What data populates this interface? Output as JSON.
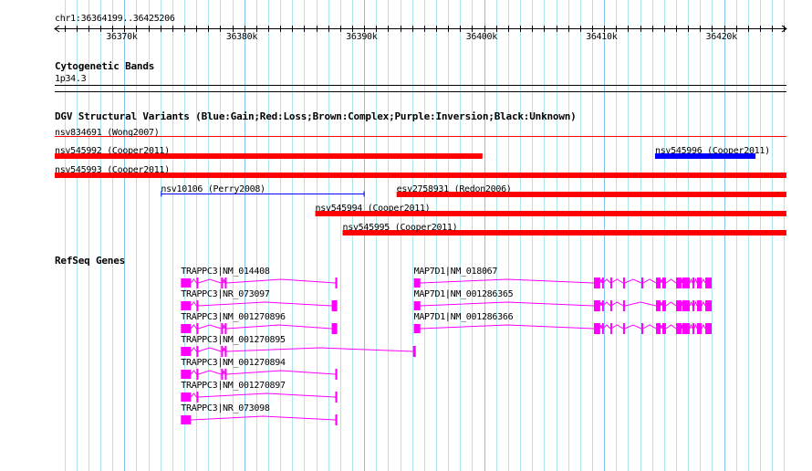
{
  "region": {
    "label": "chr1:36364199..36425206",
    "start": 36364199,
    "end": 36425206
  },
  "ruler": {
    "tick_labels": [
      "36370k",
      "36380k",
      "36390k",
      "36400k",
      "36410k",
      "36420k"
    ]
  },
  "colors": {
    "grid_minor": "#aee6ee",
    "grid_major": "#86c2e6",
    "loss": "#ff0000",
    "gain": "#0000ff",
    "gene": "#ff00ff"
  },
  "tracks": {
    "cyto": {
      "title": "Cytogenetic Bands",
      "band": "1p34.3"
    },
    "dgv": {
      "title": "DGV Structural Variants (Blue:Gain;Red:Loss;Brown:Complex;Purple:Inversion;Black:Unknown)",
      "features": [
        {
          "label": "nsv834691 (Wong2007)",
          "start": 36364.2,
          "end": 36425.2,
          "type": "loss",
          "style": "thin",
          "row": 0
        },
        {
          "label": "nsv545992 (Cooper2011)",
          "start": 36364.2,
          "end": 36399.86,
          "type": "loss",
          "style": "bar",
          "row": 1
        },
        {
          "label": "nsv545996 (Cooper2011)",
          "start": 36414.25,
          "end": 36422.63,
          "type": "gain",
          "style": "bar",
          "row": 1
        },
        {
          "label": "nsv545993 (Cooper2011)",
          "start": 36364.2,
          "end": 36425.2,
          "type": "loss",
          "style": "bar",
          "row": 2
        },
        {
          "label": "nsv10106 (Perry2008)",
          "start": 36373.05,
          "end": 36390.03,
          "type": "gain",
          "style": "capped",
          "row": 3
        },
        {
          "label": "esv2758931 (Redon2006)",
          "start": 36392.7,
          "end": 36425.2,
          "type": "loss",
          "style": "bar",
          "row": 3
        },
        {
          "label": "nsv545994 (Cooper2011)",
          "start": 36385.92,
          "end": 36425.2,
          "type": "loss",
          "style": "bar",
          "row": 4
        },
        {
          "label": "nsv545995 (Cooper2011)",
          "start": 36388.2,
          "end": 36425.2,
          "type": "loss",
          "style": "bar",
          "row": 5
        }
      ]
    },
    "refseq": {
      "title": "RefSeq Genes",
      "transcripts": [
        {
          "label": "TRAPPC3|NM_014408",
          "row": 0,
          "exons": [
            [
              36374.72,
              36375.56
            ],
            [
              36376.02,
              36376.17
            ],
            [
              36378.07,
              36378.23
            ],
            [
              36378.38,
              36378.53
            ],
            [
              36387.59,
              36387.75
            ]
          ]
        },
        {
          "label": "TRAPPC3|NR_073097",
          "row": 1,
          "exons": [
            [
              36374.72,
              36375.56
            ],
            [
              36376.02,
              36376.17
            ],
            [
              36387.29,
              36387.75
            ]
          ]
        },
        {
          "label": "TRAPPC3|NM_001270896",
          "row": 2,
          "exons": [
            [
              36374.72,
              36375.56
            ],
            [
              36376.02,
              36376.17
            ],
            [
              36378.07,
              36378.23
            ],
            [
              36378.38,
              36378.53
            ],
            [
              36387.29,
              36387.75
            ]
          ]
        },
        {
          "label": "TRAPPC3|NM_001270895",
          "row": 3,
          "exons": [
            [
              36374.72,
              36375.56
            ],
            [
              36376.02,
              36376.17
            ],
            [
              36378.07,
              36378.23
            ],
            [
              36378.38,
              36378.53
            ],
            [
              36394.07,
              36394.3
            ]
          ]
        },
        {
          "label": "TRAPPC3|NM_001270894",
          "row": 4,
          "exons": [
            [
              36374.72,
              36375.56
            ],
            [
              36376.02,
              36376.17
            ],
            [
              36378.07,
              36378.23
            ],
            [
              36378.38,
              36378.53
            ],
            [
              36387.59,
              36387.75
            ]
          ]
        },
        {
          "label": "TRAPPC3|NM_001270897",
          "row": 5,
          "exons": [
            [
              36374.72,
              36375.56
            ],
            [
              36376.02,
              36376.17
            ],
            [
              36387.59,
              36387.75
            ]
          ]
        },
        {
          "label": "TRAPPC3|NR_073098",
          "row": 6,
          "exons": [
            [
              36374.72,
              36375.56
            ],
            [
              36387.59,
              36387.75
            ]
          ]
        },
        {
          "label": "MAP7D1|NM_018067",
          "row": 0,
          "exons": [
            [
              36394.14,
              36394.68
            ],
            [
              36409.15,
              36409.68
            ],
            [
              36409.83,
              36409.91
            ],
            [
              36410.52,
              36410.59
            ],
            [
              36411.58,
              36411.74
            ],
            [
              36413.11,
              36413.26
            ],
            [
              36414.33,
              36414.71
            ],
            [
              36414.86,
              36415.16
            ],
            [
              36416.0,
              36416.46
            ],
            [
              36416.53,
              36417.14
            ],
            [
              36417.37,
              36417.52
            ],
            [
              36417.75,
              36418.13
            ],
            [
              36418.44,
              36418.97
            ]
          ]
        },
        {
          "label": "MAP7D1|NM_001286365",
          "row": 1,
          "exons": [
            [
              36394.14,
              36394.68
            ],
            [
              36409.15,
              36409.68
            ],
            [
              36409.83,
              36409.91
            ],
            [
              36410.52,
              36410.59
            ],
            [
              36411.58,
              36411.74
            ],
            [
              36414.33,
              36414.71
            ],
            [
              36414.86,
              36415.16
            ],
            [
              36416.0,
              36416.46
            ],
            [
              36416.53,
              36417.14
            ],
            [
              36417.37,
              36417.52
            ],
            [
              36417.75,
              36418.13
            ],
            [
              36418.44,
              36418.97
            ]
          ]
        },
        {
          "label": "MAP7D1|NM_001286366",
          "row": 2,
          "exons": [
            [
              36394.14,
              36394.68
            ],
            [
              36409.15,
              36409.68
            ],
            [
              36409.83,
              36409.91
            ],
            [
              36410.52,
              36410.59
            ],
            [
              36411.58,
              36411.74
            ],
            [
              36413.11,
              36413.26
            ],
            [
              36414.33,
              36414.71
            ],
            [
              36414.86,
              36415.16
            ],
            [
              36416.0,
              36416.46
            ],
            [
              36416.53,
              36417.14
            ],
            [
              36417.37,
              36417.52
            ],
            [
              36417.75,
              36418.13
            ],
            [
              36418.44,
              36418.97
            ]
          ]
        }
      ]
    }
  }
}
